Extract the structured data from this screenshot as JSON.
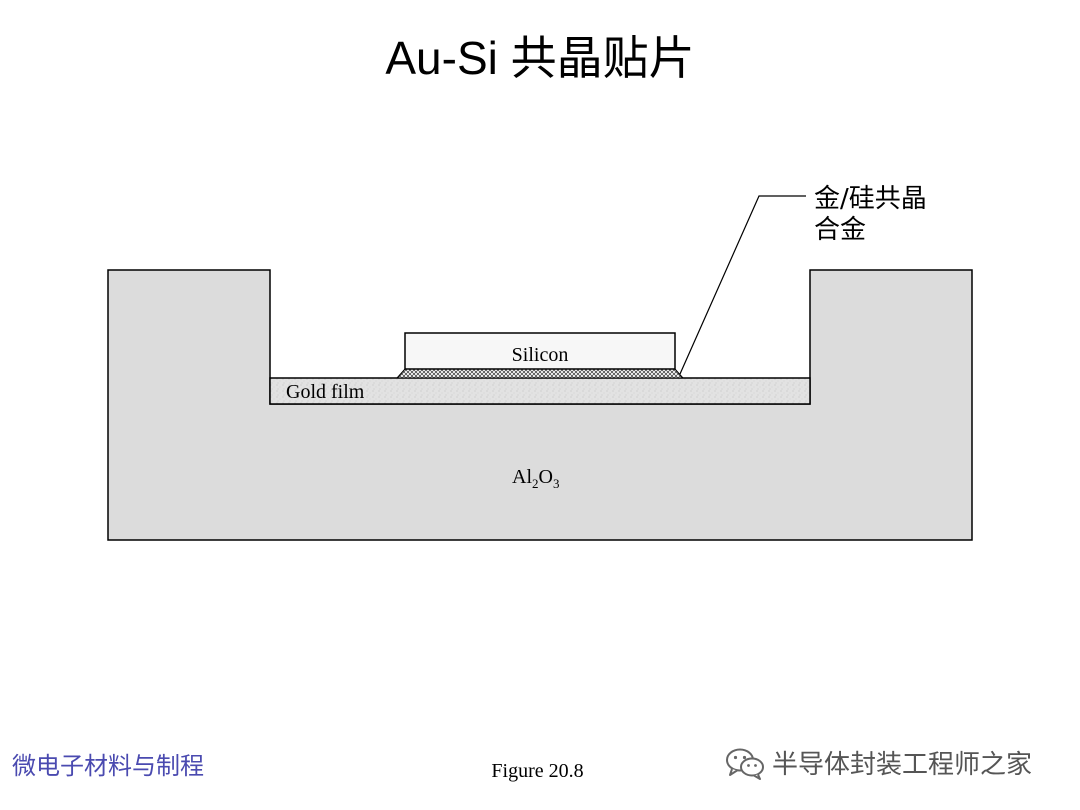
{
  "title": "Au-Si 共晶贴片",
  "diagram": {
    "layers": {
      "silicon": "Silicon",
      "gold_film": "Gold film",
      "substrate_base": "Al",
      "substrate_sub1": "2",
      "substrate_mid": "O",
      "substrate_sub2": "3"
    },
    "callout": {
      "line1": "金/硅共晶",
      "line2": "合金"
    },
    "colors": {
      "substrate": "#dcdcdc",
      "silicon": "#f7f7f7",
      "outline": "#000000"
    }
  },
  "caption": "Figure 20.8",
  "footer": {
    "left": "微电子材料与制程",
    "watermark": "半导体封装工程师之家",
    "watermark_icon": "wechat-icon"
  }
}
